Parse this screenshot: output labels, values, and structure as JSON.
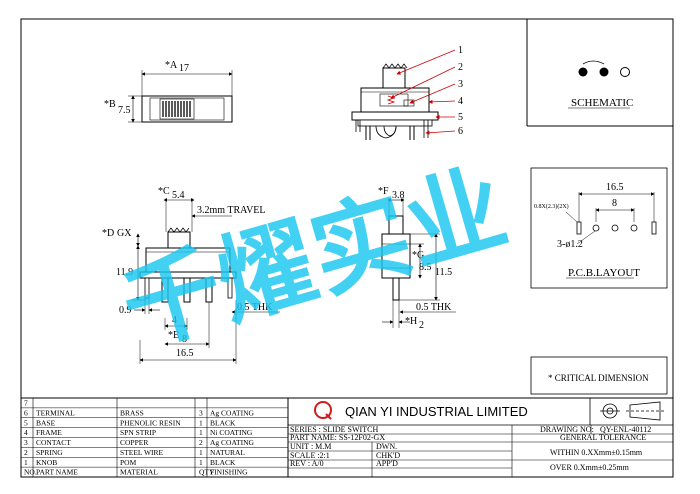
{
  "labels": {
    "a_dim": "*A",
    "a_val": "17",
    "b_dim": "*B",
    "b_val": "7.5",
    "c_dim": "*C",
    "c_val": "5.4",
    "travel": "3.2mm TRAVEL",
    "d_dim": "*D",
    "d_val": "GX",
    "h_119": "11.9",
    "w_09": "0.9",
    "w_4": "4",
    "e_dim": "*E",
    "e_val": "8",
    "w_165_bottom": "16.5",
    "thk_left": "0.5  THK",
    "f_dim": "*F",
    "f_val": "3.8",
    "g_dim": "*G",
    "g_val": "8.5",
    "h_115": "11.5",
    "thk_right": "0.5  THK",
    "h_dim": "*H",
    "h_val": "2"
  },
  "callouts": [
    "1",
    "2",
    "3",
    "4",
    "5",
    "6"
  ],
  "schematic": {
    "title": "SCHEMATIC"
  },
  "pcb": {
    "title": "P.C.B.LAYOUT",
    "w_165": "16.5",
    "w_8": "8",
    "slot": "0.8X(2.3)(2X)",
    "hole": "3-ø1.2"
  },
  "critical": "* CRITICAL  DIMENSION",
  "watermark": "千燿实业",
  "company": "QIAN YI INDUSTRIAL LIMITED",
  "logo_letter": "Q",
  "bom": {
    "headers": [
      "NO.",
      "PART NAME",
      "MATERIAL",
      "QTY",
      "FINISHING"
    ],
    "rows": [
      {
        "no": "7",
        "part": "",
        "material": "",
        "qty": "",
        "finish": ""
      },
      {
        "no": "6",
        "part": "TERMINAL",
        "material": "BRASS",
        "qty": "3",
        "finish": "Ag COATING"
      },
      {
        "no": "5",
        "part": "BASE",
        "material": "PHENOLIC RESIN",
        "qty": "1",
        "finish": "BLACK"
      },
      {
        "no": "4",
        "part": "FRAME",
        "material": "SPN STRIP",
        "qty": "1",
        "finish": "Ni COATING"
      },
      {
        "no": "3",
        "part": "CONTACT",
        "material": "COPPER",
        "qty": "2",
        "finish": "Ag COATING"
      },
      {
        "no": "2",
        "part": "SPRING",
        "material": "STEEL WIRE",
        "qty": "1",
        "finish": "NATURAL"
      },
      {
        "no": "1",
        "part": "KNOB",
        "material": "POM",
        "qty": "1",
        "finish": "BLACK"
      }
    ]
  },
  "title_block": {
    "series": "SERIES : SLIDE SWITCH",
    "part_name": "PART NAME: SS-12F02-GX",
    "unit": "UNIT : M.M",
    "scale": "SCALE :2:1",
    "rev": "REV  : A/0",
    "dwn": "DWN.",
    "chkd": "CHK'D",
    "appd": "APP'D",
    "drawing_no_label": "DRAWING NO:",
    "drawing_no": "QY-ENL-40112",
    "general_tolerance": "GENERAL TOLERANCE",
    "tol1": "WITHIN  0.XXmm±0.15mm",
    "tol2": "OVER   0.Xmm±0.25mm"
  },
  "colors": {
    "line": "#000000",
    "callout": "#cc0000",
    "watermark": "#19c6f0",
    "logo": "#d21c1c"
  }
}
